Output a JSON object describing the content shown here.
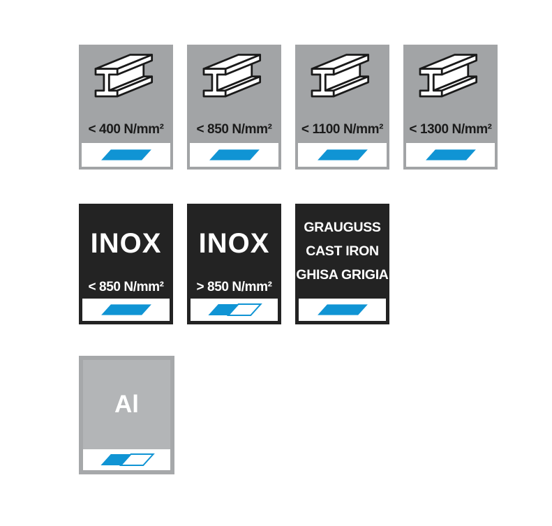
{
  "colors": {
    "background": "#FFFFFF",
    "steel_gray": "#A2A4A6",
    "tile_black": "#232323",
    "blue": "#1094D4",
    "al_border": "#A6A8AA",
    "al_fill": "#B3B5B7",
    "strip_white": "#FFFFFF",
    "label_dark": "#1B1B1B",
    "label_light": "#FFFFFF",
    "icon_outline": "#1A1A1A"
  },
  "tiles": [
    {
      "id": "steel-lt-400",
      "material": "structural-steel",
      "icon": "i-beam-icon",
      "label": "< 400 N/mm²",
      "indicator": "full"
    },
    {
      "id": "steel-lt-850",
      "material": "structural-steel",
      "icon": "i-beam-icon",
      "label": "< 850 N/mm²",
      "indicator": "full"
    },
    {
      "id": "steel-lt-1100",
      "material": "structural-steel",
      "icon": "i-beam-icon",
      "label": "< 1100 N/mm²",
      "indicator": "full"
    },
    {
      "id": "steel-lt-1300",
      "material": "structural-steel",
      "icon": "i-beam-icon",
      "label": "< 1300 N/mm²",
      "indicator": "full"
    },
    {
      "id": "inox-lt-850",
      "material": "stainless-steel",
      "title": "INOX",
      "label": "< 850 N/mm²",
      "indicator": "full"
    },
    {
      "id": "inox-gt-850",
      "material": "stainless-steel",
      "title": "INOX",
      "label": "> 850 N/mm²",
      "indicator": "half"
    },
    {
      "id": "cast-iron",
      "material": "cast-iron",
      "lines": [
        "GRAUGUSS",
        "CAST IRON",
        "GHISA GRIGIA"
      ],
      "indicator": "full"
    },
    {
      "id": "aluminium",
      "material": "aluminium",
      "title": "Al",
      "indicator": "half"
    }
  ]
}
